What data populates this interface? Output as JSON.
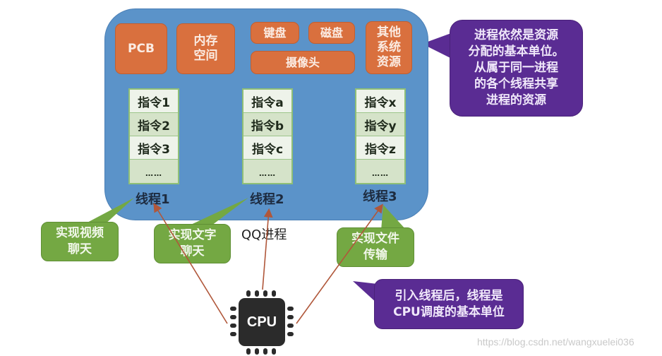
{
  "process": {
    "label": "QQ进程",
    "resources": {
      "pcb": "PCB",
      "memory": "内存空间",
      "keyboard": "键盘",
      "disk": "磁盘",
      "camera": "摄像头",
      "other": "其他系统资源"
    },
    "threads": [
      {
        "label": "线程1",
        "instructions": [
          "指令1",
          "指令2",
          "指令3",
          "……"
        ]
      },
      {
        "label": "线程2",
        "instructions": [
          "指令a",
          "指令b",
          "指令c",
          "……"
        ]
      },
      {
        "label": "线程3",
        "instructions": [
          "指令x",
          "指令y",
          "指令z",
          "……"
        ]
      }
    ]
  },
  "callouts": {
    "resource_note": "进程依然是资源分配的基本单位。从属于同一进程的各个线程共享进程的资源",
    "resource_note_lines": [
      "进程依然是资源",
      "分配的基本单位。",
      "从属于同一进程",
      "的各个线程共享",
      "进程的资源"
    ],
    "video_chat": [
      "实现视频",
      "聊天"
    ],
    "text_chat": [
      "实现文字",
      "聊天"
    ],
    "file_transfer": [
      "实现文件",
      "传输"
    ],
    "cpu_note": [
      "引入线程后，线程是",
      "CPU调度的基本单位"
    ]
  },
  "cpu": {
    "label": "CPU"
  },
  "watermark": "https://blog.csdn.net/wangxuelei036",
  "colors": {
    "process_blue": "#5b93c9",
    "resource_orange": "#d9703e",
    "callout_green": "#74a843",
    "callout_purple": "#5a2c93",
    "arrow_brown": "#b0573a",
    "instr_light": "#eef3ea",
    "instr_mid": "#d5e3c9"
  }
}
